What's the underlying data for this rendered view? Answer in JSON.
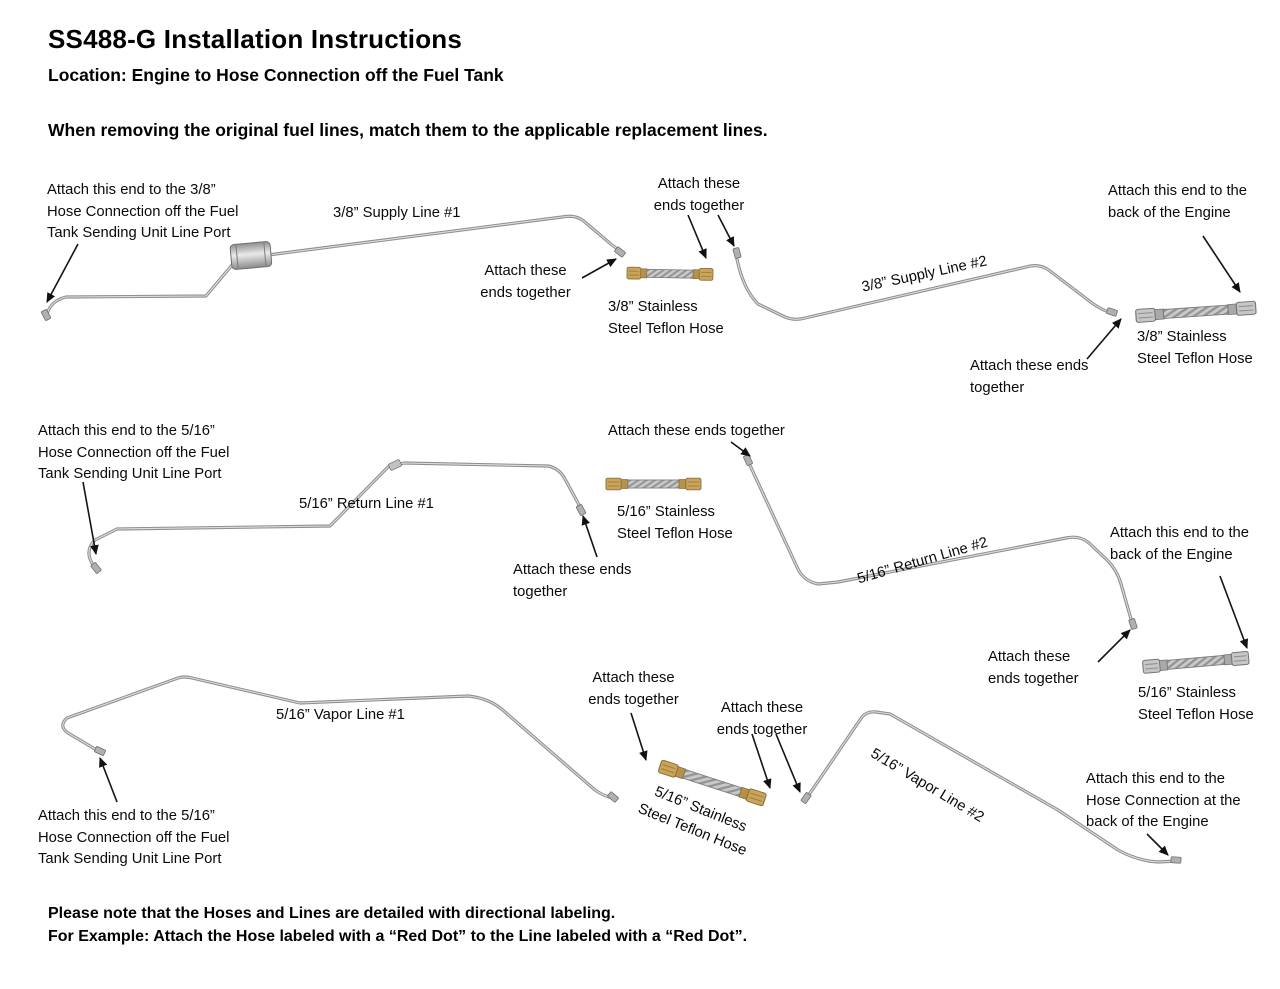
{
  "header": {
    "title": "SS488-G Installation Instructions",
    "location": "Location: Engine to Hose Connection off the Fuel Tank",
    "intro": "When removing the original fuel lines, match them to the applicable replacement lines."
  },
  "supply": {
    "attach_tank_label": "Attach this end to the 3/8”\nHose Connection off the Fuel\nTank Sending Unit Line Port",
    "line1_label": "3/8” Supply Line #1",
    "ends_together_mid": "Attach these\nends together",
    "ends_together_left": "Attach these\nends together",
    "hose1_label": "3/8” Stainless\nSteel Teflon Hose",
    "line2_label": "3/8” Supply Line #2",
    "attach_engine_label": "Attach this end to the\nback of the Engine",
    "ends_together_right": "Attach these ends\ntogether",
    "hose2_label": "3/8” Stainless\nSteel Teflon Hose"
  },
  "return_line": {
    "attach_tank_label": "Attach this end to the 5/16”\nHose Connection off the Fuel\nTank Sending Unit Line Port",
    "line1_label": "5/16” Return Line #1",
    "ends_together_mid": "Attach these ends together",
    "hose1_label": "5/16” Stainless\nSteel Teflon Hose",
    "ends_together_left": "Attach these ends\ntogether",
    "line2_label": "5/16” Return Line #2",
    "attach_engine_label": "Attach this end to the\nback of the Engine",
    "ends_together_right": "Attach these\nends together",
    "hose2_label": "5/16” Stainless\nSteel Teflon Hose"
  },
  "vapor": {
    "line1_label": "5/16” Vapor Line #1",
    "ends_together_left": "Attach these\nends together",
    "ends_together_mid": "Attach these\nends together",
    "hose1_label": "5/16” Stainless\nSteel Teflon Hose",
    "line2_label": "5/16” Vapor Line #2",
    "attach_tank_label": "Attach this end to the 5/16”\nHose Connection off the Fuel\nTank Sending Unit Line Port",
    "attach_engine_label": "Attach this end to the\nHose Connection at the\nback of the Engine"
  },
  "footer": {
    "note1": "Please note that the Hoses and Lines are detailed with directional labeling.",
    "note2": "For Example: Attach the Hose labeled with a “Red Dot” to the Line labeled with a “Red Dot”."
  }
}
